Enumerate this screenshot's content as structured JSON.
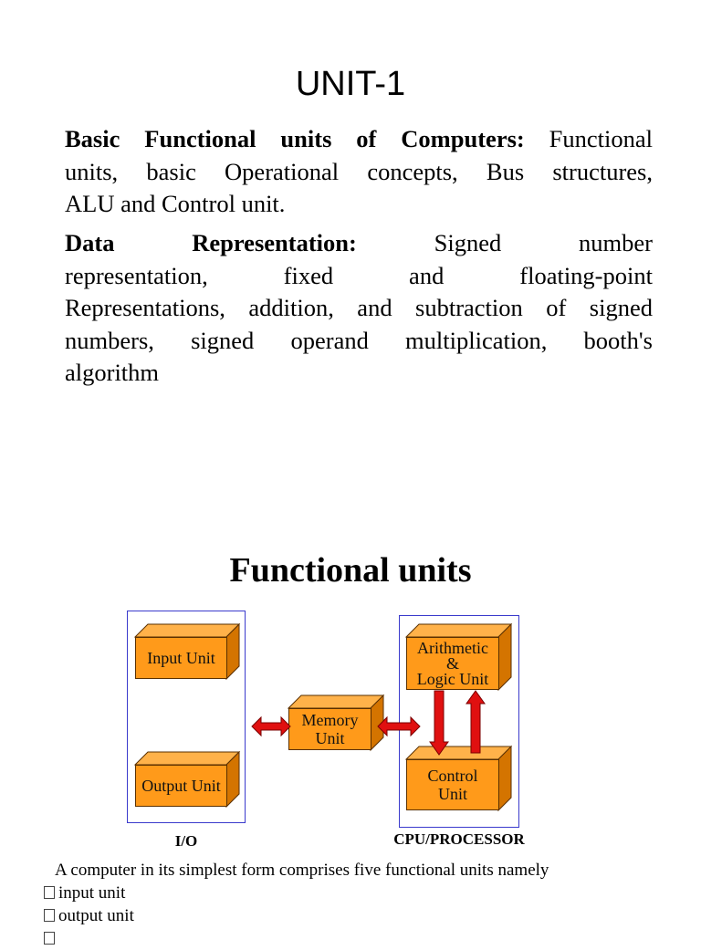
{
  "slide_title": "UNIT-1",
  "para1": {
    "heading": "Basic Functional units of Computers:",
    "line1_rest": "Functional",
    "line2": "units, basic Operational concepts, Bus structures,",
    "line3": "ALU and Control unit."
  },
  "para2": {
    "heading": "Data Representation:",
    "line1_rest": "Signed number",
    "line2": "representation, fixed and floating-point",
    "line3": "Representations, addition, and subtraction of signed",
    "line4": "numbers, signed operand multiplication, booth's",
    "line5": "algorithm"
  },
  "section_title": "Functional units",
  "diagram": {
    "input_unit": "Input Unit",
    "output_unit": "Output Unit",
    "memory_unit_line1": "Memory",
    "memory_unit_line2": "Unit",
    "alu_line1": "Arithmetic",
    "alu_line2": "&",
    "alu_line3": "Logic Unit",
    "control_line1": "Control",
    "control_line2": "Unit",
    "io_label": "I/O",
    "cpu_label": "CPU/PROCESSOR",
    "block_color": "#ff9a1a",
    "arrow_color": "#e01010",
    "box_border_color": "#3a3acc"
  },
  "body": {
    "intro": "A computer in its simplest form comprises five functional units namely",
    "items": [
      "input unit",
      "output unit",
      ""
    ]
  }
}
